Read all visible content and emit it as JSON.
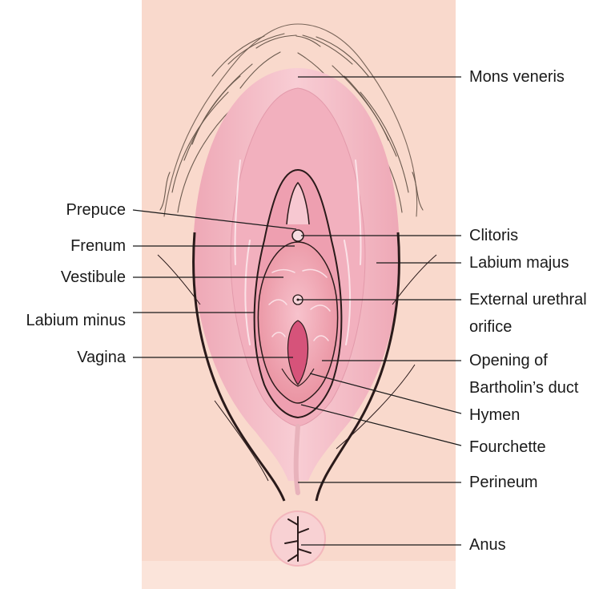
{
  "labels_right": {
    "mons_veneris": "Mons veneris",
    "clitoris": "Clitoris",
    "labium_majus": "Labium majus",
    "external_urethral_1": "External urethral",
    "external_urethral_2": "orifice",
    "bartholin_1": "Opening of",
    "bartholin_2": "Bartholin’s duct",
    "hymen": "Hymen",
    "fourchette": "Fourchette",
    "perineum": "Perineum",
    "anus": "Anus"
  },
  "labels_left": {
    "prepuce": "Prepuce",
    "frenum": "Frenum",
    "vestibule": "Vestibule",
    "labium_minus": "Labium minus",
    "vagina": "Vagina"
  },
  "colors": {
    "background_panel": "#f9d9cc",
    "hair_stroke": "#6b5a4e",
    "outer_fold": "#f3bfc6",
    "inner_fold": "#ee9fb0",
    "vestibule": "#f4b3c0",
    "vaginal_opening": "#d6537a",
    "outline": "#2a1a1a",
    "leader_line": "#1a1a1a"
  }
}
